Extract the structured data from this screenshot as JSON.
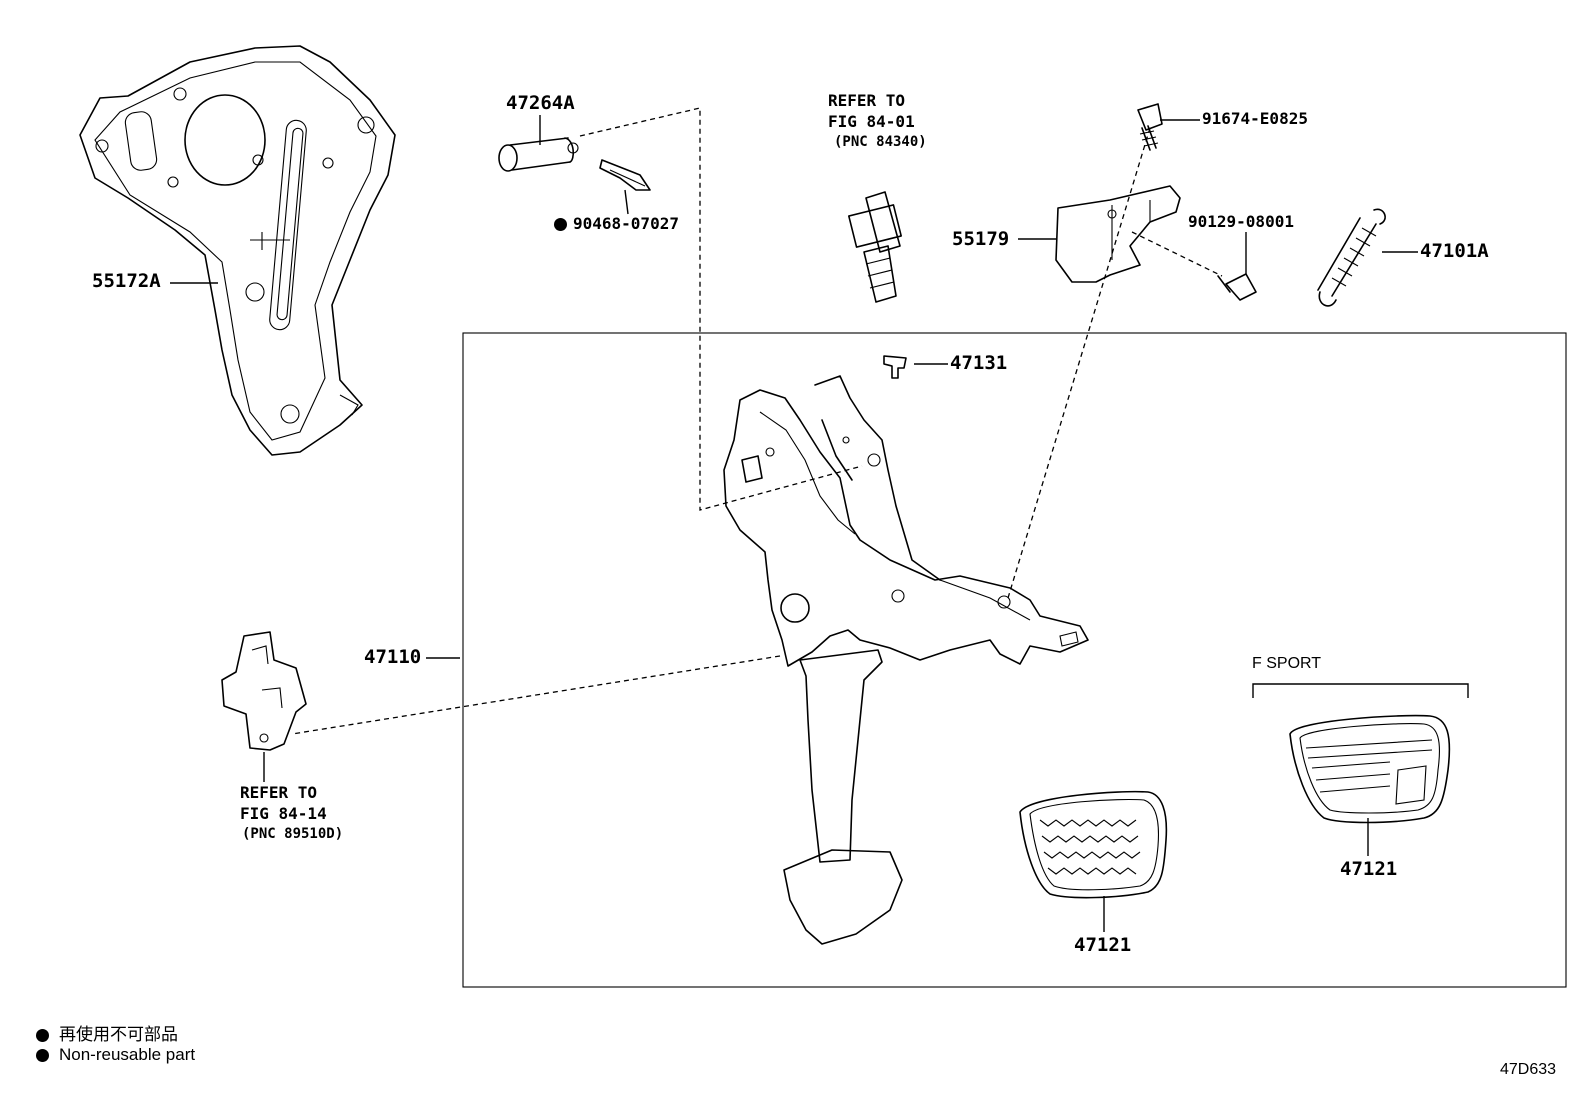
{
  "parts": {
    "p55172A": "55172A",
    "p47264A": "47264A",
    "p90468": "90468-07027",
    "p91674": "91674-E0825",
    "p55179": "55179",
    "p90129": "90129-08001",
    "p47101A": "47101A",
    "p47131": "47131",
    "p47110": "47110",
    "p47121_std": "47121",
    "p47121_sport": "47121"
  },
  "refs": {
    "ref1": {
      "line1": "REFER TO",
      "line2": "FIG 84-01",
      "line3": "(PNC 84340)"
    },
    "ref2": {
      "line1": "REFER TO",
      "line2": "FIG 84-14",
      "line3": "(PNC 89510D)"
    }
  },
  "sport_label": "F SPORT",
  "legend": {
    "line_jp": "再使用不可部品",
    "line_en": "Non-reusable part"
  },
  "figure_id": "47D633",
  "icons": {
    "non_reusable": "filled-circle-icon"
  }
}
